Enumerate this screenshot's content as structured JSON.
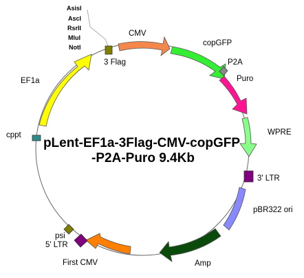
{
  "plasmid": {
    "title_line1": "pLent-EF1a-3Flag-CMV-copGFP",
    "title_line2": "-P2A-Puro  9.4Kb"
  },
  "restriction_sites": [
    "AsisI",
    "AscI",
    "RsrII",
    "MluI",
    "NotI"
  ],
  "features": {
    "cmv": {
      "label": "CMV",
      "color": "#F4874B",
      "shape": "arrow-cw"
    },
    "copgfp": {
      "label": "copGFP",
      "color": "#33EE33",
      "shape": "arrow-cw"
    },
    "p2a": {
      "label": "P2A",
      "color": "#888888",
      "shape": "box"
    },
    "puro": {
      "label": "Puro",
      "color": "#FF1493",
      "shape": "arrow-cw"
    },
    "wpre": {
      "label": "WPRE",
      "color": "#88FF88",
      "shape": "arrow-cw"
    },
    "ltr3": {
      "label": "3' LTR",
      "color": "#800080",
      "shape": "box"
    },
    "pbr322": {
      "label": "pBR322 ori",
      "color": "#8888FF",
      "shape": "segment"
    },
    "amp": {
      "label": "Amp",
      "color": "#0A4A0A",
      "shape": "arrow-ccw"
    },
    "first_cmv": {
      "label": "First CMV",
      "color": "#FF7F00",
      "shape": "arrow-ccw"
    },
    "ltr5": {
      "label": "5' LTR",
      "color": "#800080",
      "shape": "box"
    },
    "psi": {
      "label": "psi",
      "color": "#808000",
      "shape": "box"
    },
    "cppt": {
      "label": "cppt",
      "color": "#2E8B8B",
      "shape": "box"
    },
    "ef1a": {
      "label": "EF1a",
      "color": "#FFFF00",
      "shape": "arrow-cw"
    },
    "flag3": {
      "label": "3 Flag",
      "color": "#808000",
      "shape": "box"
    }
  }
}
